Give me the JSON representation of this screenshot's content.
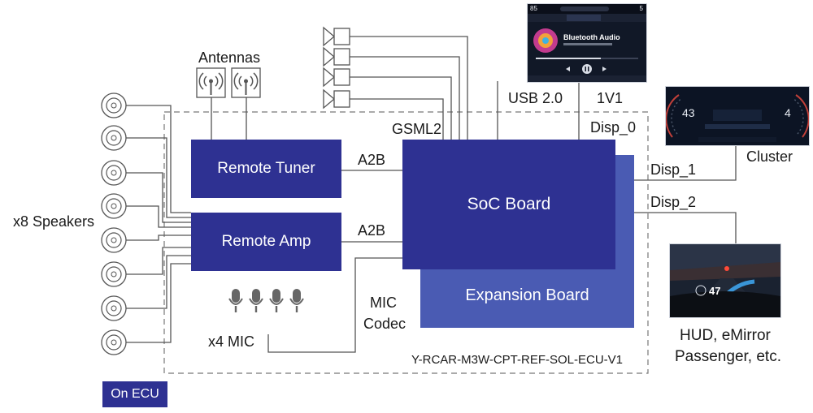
{
  "blocks": {
    "remote_tuner": "Remote Tuner",
    "remote_amp": "Remote Amp",
    "soc_board": "SoC Board",
    "expansion_board": "Expansion Board"
  },
  "labels": {
    "antennas": "Antennas",
    "speakers": "x8 Speakers",
    "mic": "x4 MIC",
    "mic_codec_1": "MIC",
    "mic_codec_2": "Codec",
    "a2b_top": "A2B",
    "a2b_bottom": "A2B",
    "gsml2": "GSML2",
    "usb": "USB 2.0",
    "v1": "1V1",
    "disp0": "Disp_0",
    "disp1": "Disp_1",
    "disp2": "Disp_2",
    "cluster": "Cluster",
    "hud_1": "HUD, eMirror",
    "hud_2": "Passenger, etc.",
    "ecu_id": "Y-RCAR-M3W-CPT-REF-SOL-ECU-V1",
    "on_ecu": "On ECU"
  },
  "infotainment_screen": {
    "status_left": "85",
    "status_right": "5",
    "title": "Bluetooth Audio"
  },
  "cluster_screen": {
    "left_value": "43",
    "right_value": "4"
  },
  "hud_screen": {
    "speed": "47"
  },
  "colors": {
    "block_dark": "#2e3192",
    "block_light": "#4a5bb3",
    "line": "#555555",
    "dash": "#777777"
  }
}
